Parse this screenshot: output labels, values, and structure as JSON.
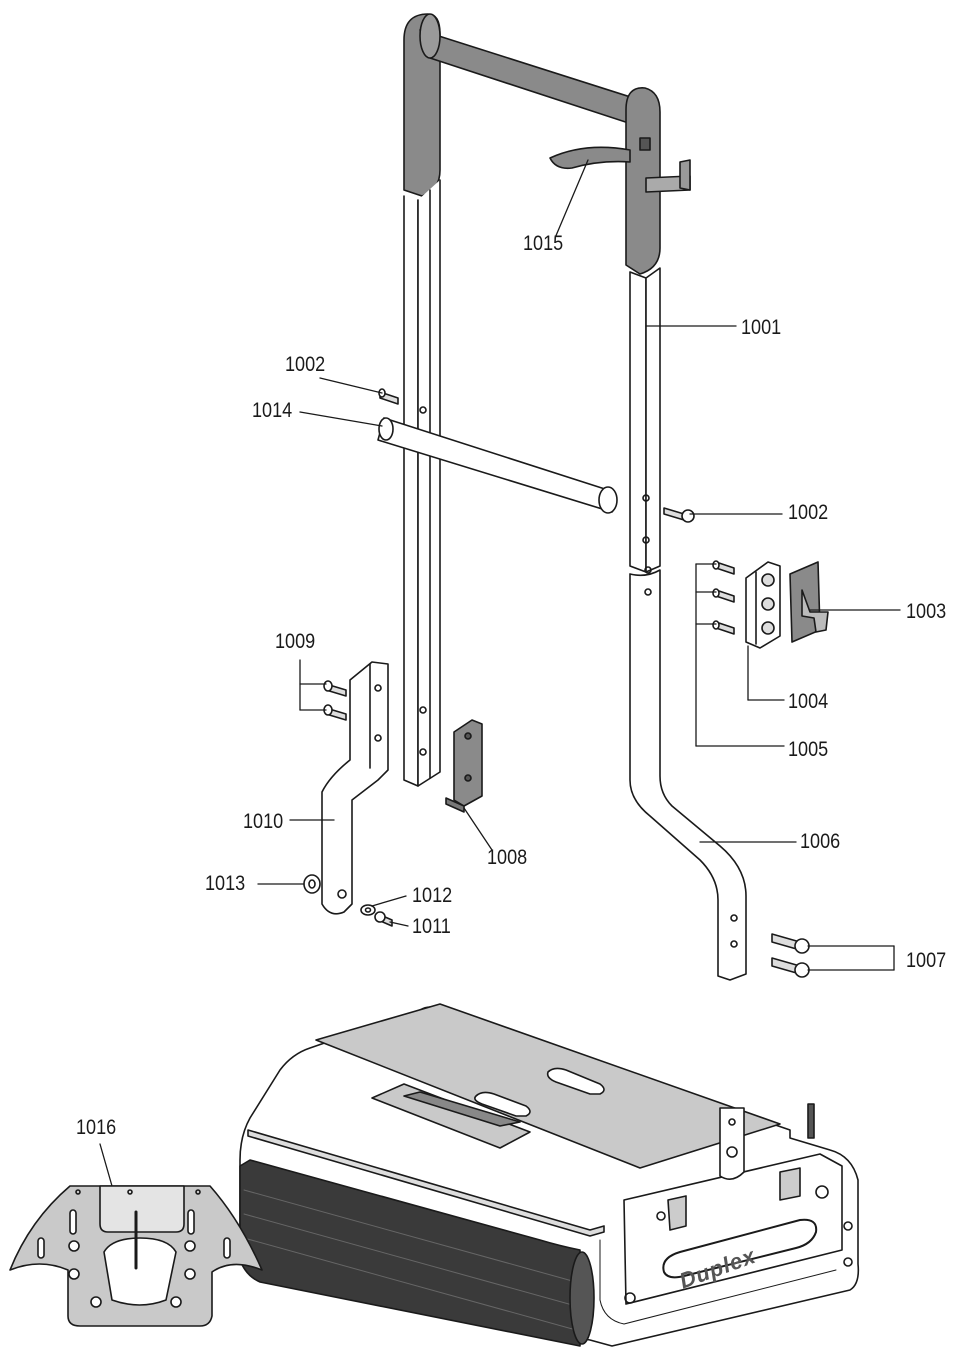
{
  "diagram": {
    "brand_logo": "Duplex",
    "parts": [
      {
        "id": "1001"
      },
      {
        "id": "1002"
      },
      {
        "id": "1002"
      },
      {
        "id": "1003"
      },
      {
        "id": "1004"
      },
      {
        "id": "1005"
      },
      {
        "id": "1006"
      },
      {
        "id": "1007"
      },
      {
        "id": "1008"
      },
      {
        "id": "1009"
      },
      {
        "id": "1010"
      },
      {
        "id": "1011"
      },
      {
        "id": "1012"
      },
      {
        "id": "1013"
      },
      {
        "id": "1014"
      },
      {
        "id": "1015"
      },
      {
        "id": "1016"
      }
    ]
  },
  "colors": {
    "grip_grey": "#8a8a8a",
    "panel_grey": "#c9c9c9",
    "outline": "#1a1a1a",
    "brush_dark": "#3a3a3a"
  }
}
